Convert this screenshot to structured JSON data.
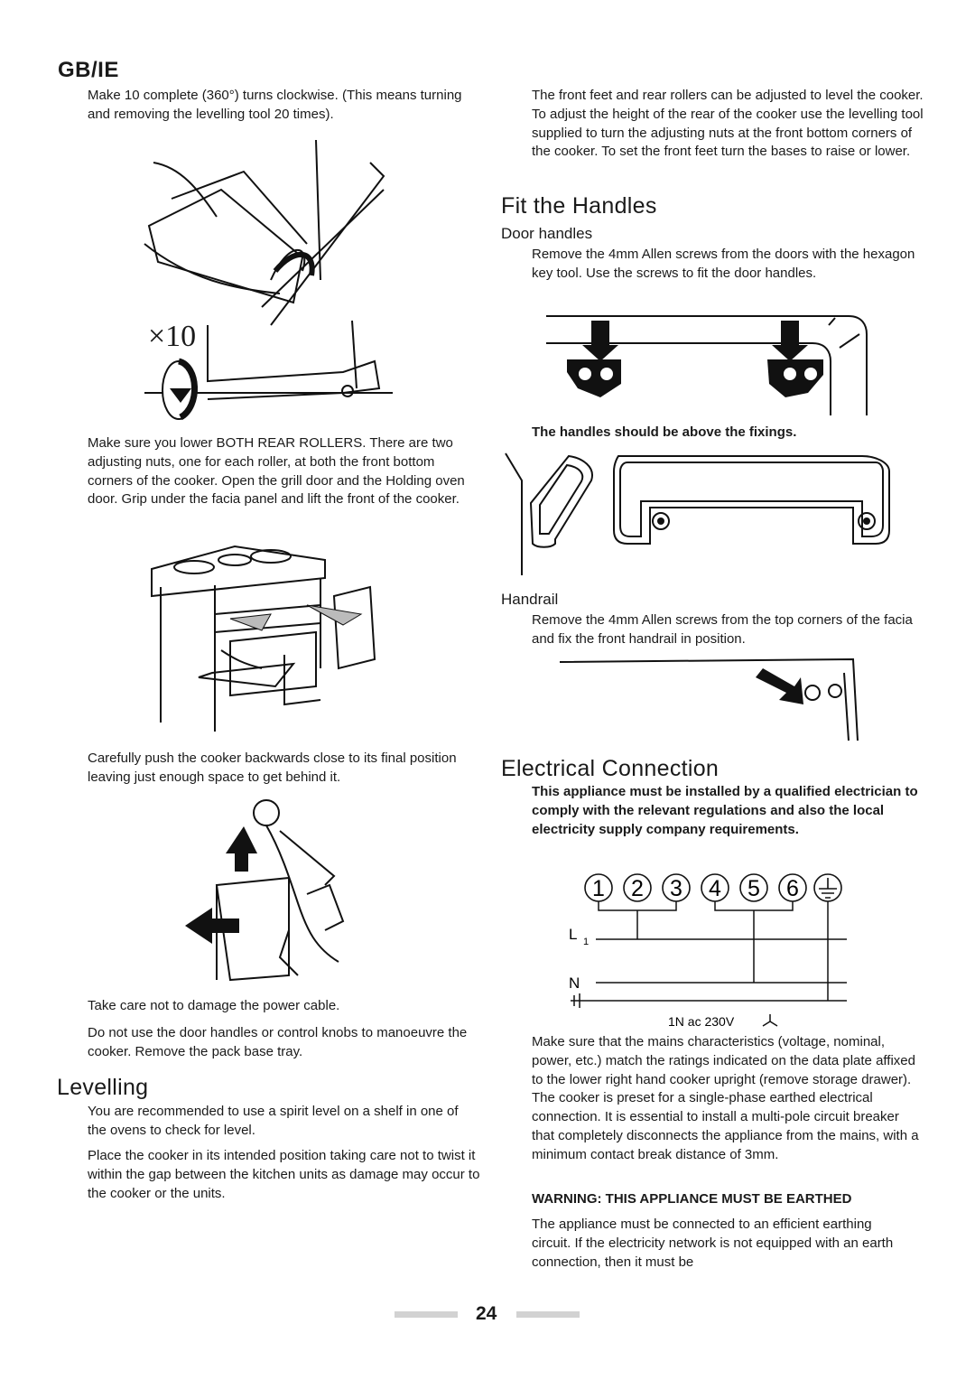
{
  "header": {
    "region": "GB/IE"
  },
  "left": {
    "intro": "Make 10 complete (360°) turns clockwise. (This means turning and removing the levelling tool 20 times).",
    "figure_times_label": "×10",
    "rollers": "Make sure you lower BOTH REAR ROLLERS. There are two adjusting nuts, one for each roller, at both the front bottom corners of the cooker. Open the grill door and the Holding oven door. Grip under the facia panel and lift the front of the cooker.",
    "push": "Carefully push the cooker backwards close to its final position leaving just enough space to get behind it.",
    "cable": "Take care not to damage the power cable.",
    "manoeuvre": "Do not use the door handles or control knobs to manoeuvre the cooker. Remove the pack base tray.",
    "levelling_heading": "Levelling",
    "levelling_p1": "You are recommended to use a spirit level on a shelf in one of the ovens to check for level.",
    "levelling_p2": "Place the cooker in its intended position taking care not to twist it within the gap between the kitchen units as damage may occur to the cooker or the units."
  },
  "right": {
    "feet": "The front feet and rear rollers can be adjusted to level the cooker. To adjust the height of the rear of the cooker use the levelling tool supplied to turn the adjusting nuts at the front bottom corners of the cooker. To set the front feet turn the bases to raise or lower.",
    "handles_heading": "Fit the Handles",
    "door_handles_heading": "Door handles",
    "door_handles_text": "Remove the 4mm Allen screws from the doors with the hexagon key tool. Use the screws to fit the door handles.",
    "handles_note": "The handles should be above the fixings.",
    "handrail_heading": "Handrail",
    "handrail_text": "Remove the 4mm Allen screws from the top corners of the facia and fix the front handrail in position.",
    "electrical_heading": "Electrical Connection",
    "electrical_warning": "This appliance must be installed by a qualified electrician to comply with the relevant regulations and also the local electricity supply company requirements.",
    "diagram": {
      "terminals": [
        "1",
        "2",
        "3",
        "4",
        "5",
        "6"
      ],
      "line_label": "L",
      "line_sub": "1",
      "neutral_label": "N",
      "supply_label": "1N ac 230V"
    },
    "mains": "Make sure that the mains characteristics (voltage, nominal, power, etc.) match the ratings indicated on the data plate affixed to the lower right hand cooker upright (remove storage drawer). The cooker is preset for a single-phase earthed electrical connection. It is essential to install a multi-pole circuit breaker that completely disconnects the appliance from the mains, with a minimum contact break distance of 3mm.",
    "earth_warning": "WARNING: THIS APPLIANCE MUST BE EARTHED",
    "earth_text": "The appliance must be connected to an efficient earthing circuit. If the electricity network is not equipped with an earth connection, then it must be"
  },
  "footer": {
    "page_number": "24"
  }
}
